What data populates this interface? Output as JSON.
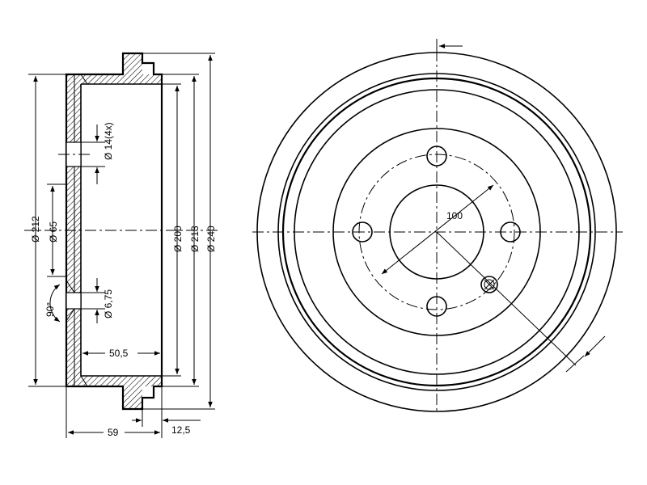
{
  "side_view": {
    "dim_diameter_outer_flange": "Ø 212",
    "dim_diameter_center": "Ø 65",
    "dim_bolt_hole": "Ø 14(4x)",
    "dim_pin_hole": "Ø 6,75",
    "dim_angle": "90°",
    "dim_diameter_inner": "Ø 200",
    "dim_diameter_mid": "Ø 213",
    "dim_diameter_outer": "Ø 240",
    "dim_depth_inner": "50,5",
    "dim_total_width": "59",
    "dim_rim_width": "12,5"
  },
  "front_view": {
    "dim_pitch_circle": "100"
  }
}
